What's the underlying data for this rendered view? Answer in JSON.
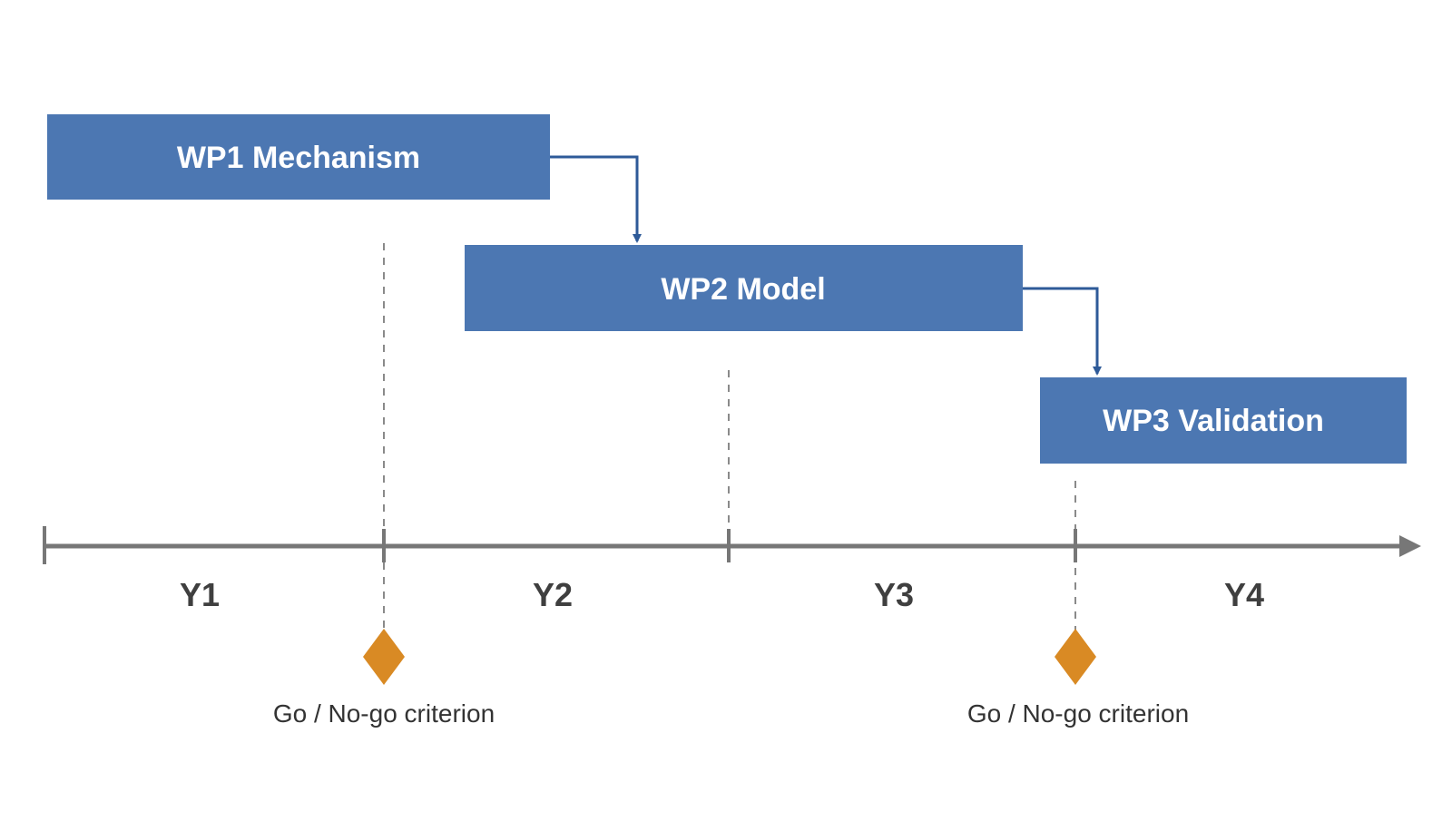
{
  "work_packages": [
    {
      "id": "wp1",
      "label": "WP1 Mechanism",
      "start": 0.0,
      "end": 1.48
    },
    {
      "id": "wp2",
      "label": "WP2 Model",
      "start": 1.23,
      "end": 2.87
    },
    {
      "id": "wp3",
      "label": "WP3 Validation",
      "start": 2.92,
      "end": 4.0
    }
  ],
  "dependencies": [
    {
      "from": "wp1",
      "to": "wp2"
    },
    {
      "from": "wp2",
      "to": "wp3"
    }
  ],
  "timeline": {
    "years": [
      "Y1",
      "Y2",
      "Y3",
      "Y4"
    ],
    "tick_positions": [
      0,
      1,
      2,
      3
    ]
  },
  "milestones": [
    {
      "label": "Go / No-go criterion",
      "position": 1
    },
    {
      "label": "Go / No-go criterion",
      "position": 3
    }
  ],
  "colors": {
    "bar": "#4c77b2",
    "arrow": "#2e5a98",
    "axis": "#777777",
    "milestone": "#d98a24",
    "guide": "#8a8a8a"
  }
}
